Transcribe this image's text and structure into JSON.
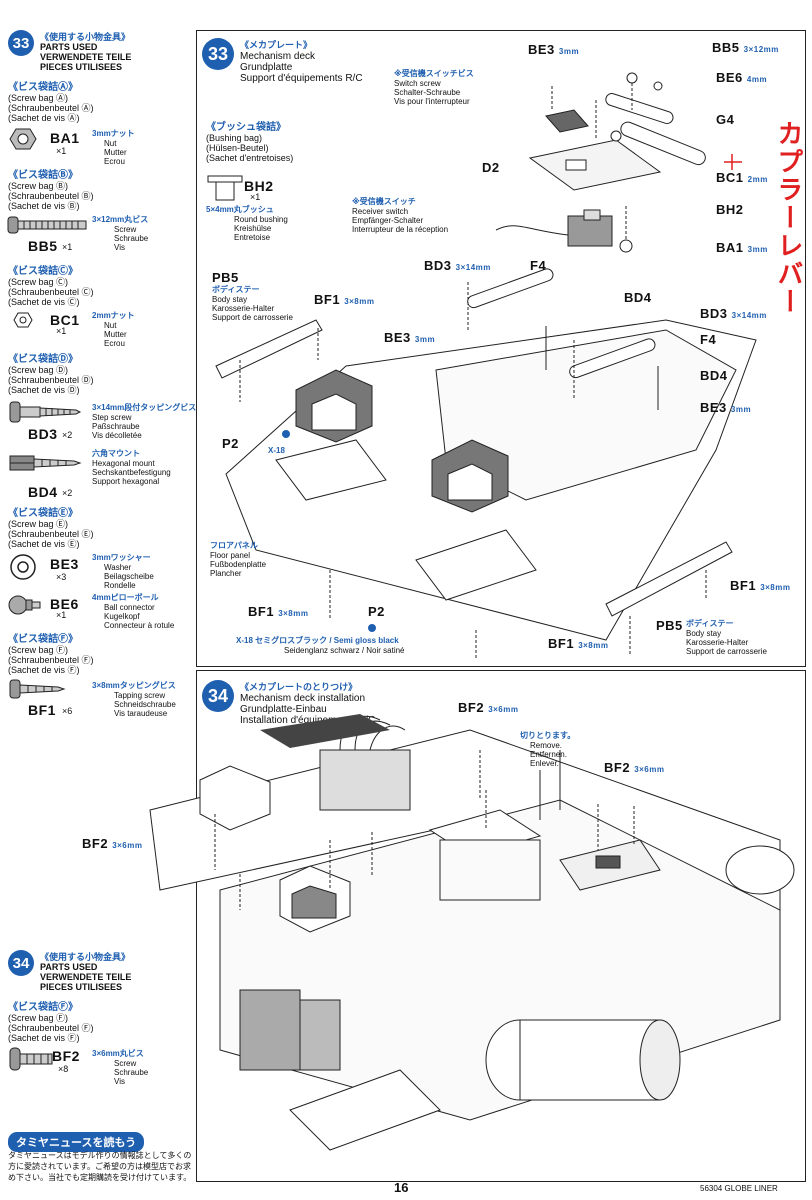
{
  "left_column": {
    "step33_badge": "33",
    "step33_title_jp": "《使用する小物金具》",
    "step33_title_en": "PARTS USED",
    "step33_title_de": "VERWENDETE TEILE",
    "step33_title_fr": "PIECES UTILISEES",
    "bagA": {
      "jp": "《ビス袋詰Ⓐ》",
      "l1": "(Screw bag Ⓐ)",
      "l2": "(Schraubenbeutel Ⓐ)",
      "l3": "(Sachet de vis Ⓐ)"
    },
    "ba1": {
      "code": "BA1",
      "qty": "×1",
      "jp": "3mmナット",
      "d1": "Nut",
      "d2": "Mutter",
      "d3": "Ecrou"
    },
    "bagB": {
      "jp": "《ビス袋詰Ⓑ》",
      "l1": "(Screw bag Ⓑ)",
      "l2": "(Schraubenbeutel Ⓑ)",
      "l3": "(Sachet de vis Ⓑ)"
    },
    "bb5": {
      "code": "BB5",
      "qty": "×1",
      "jp": "3×12mm丸ビス",
      "d1": "Screw",
      "d2": "Schraube",
      "d3": "Vis"
    },
    "bagC": {
      "jp": "《ビス袋詰Ⓒ》",
      "l1": "(Screw bag Ⓒ)",
      "l2": "(Schraubenbeutel Ⓒ)",
      "l3": "(Sachet de vis Ⓒ)"
    },
    "bc1": {
      "code": "BC1",
      "qty": "×1",
      "jp": "2mmナット",
      "d1": "Nut",
      "d2": "Mutter",
      "d3": "Ecrou"
    },
    "bagD": {
      "jp": "《ビス袋詰Ⓓ》",
      "l1": "(Screw bag Ⓓ)",
      "l2": "(Schraubenbeutel Ⓓ)",
      "l3": "(Sachet de vis Ⓓ)"
    },
    "bd3": {
      "code": "BD3",
      "qty": "×2",
      "jp": "3×14mm段付タッピングビス",
      "d1": "Step screw",
      "d2": "Paßschraube",
      "d3": "Vis décolletée"
    },
    "bd4": {
      "code": "BD4",
      "qty": "×2",
      "jp": "六角マウント",
      "d1": "Hexagonal mount",
      "d2": "Sechskantbefestigung",
      "d3": "Support hexagonal"
    },
    "bagE": {
      "jp": "《ビス袋詰Ⓔ》",
      "l1": "(Screw bag Ⓔ)",
      "l2": "(Schraubenbeutel Ⓔ)",
      "l3": "(Sachet de vis Ⓔ)"
    },
    "be3": {
      "code": "BE3",
      "qty": "×3",
      "jp": "3mmワッシャー",
      "d1": "Washer",
      "d2": "Beilagscheibe",
      "d3": "Rondelle"
    },
    "be6": {
      "code": "BE6",
      "qty": "×1",
      "jp": "4mmピローボール",
      "d1": "Ball connector",
      "d2": "Kugelkopf",
      "d3": "Connecteur à rotule"
    },
    "bagF": {
      "jp": "《ビス袋詰Ⓕ》",
      "l1": "(Screw bag Ⓕ)",
      "l2": "(Schraubenbeutel Ⓕ)",
      "l3": "(Sachet de vis Ⓕ)"
    },
    "bf1": {
      "code": "BF1",
      "qty": "×6",
      "jp": "3×8mmタッピングビス",
      "d1": "Tapping screw",
      "d2": "Schneidschraube",
      "d3": "Vis taraudeuse"
    },
    "step34_badge": "34",
    "step34_title_jp": "《使用する小物金具》",
    "step34_title_en": "PARTS USED",
    "step34_title_de": "VERWENDETE TEILE",
    "step34_title_fr": "PIECES UTILISEES",
    "bagF2": {
      "jp": "《ビス袋詰Ⓕ》",
      "l1": "(Screw bag Ⓕ)",
      "l2": "(Schraubenbeutel Ⓕ)",
      "l3": "(Sachet de vis Ⓕ)"
    },
    "bf2": {
      "code": "BF2",
      "qty": "×8",
      "jp": "3×6mm丸ビス",
      "d1": "Screw",
      "d2": "Schraube",
      "d3": "Vis"
    },
    "news_title": "タミヤニュースを読もう",
    "news_l1": "タミヤニュースはモデル作りの情報誌として多くの",
    "news_l2": "方に愛読されています。ご希望の方は模型店でお求",
    "news_l3": "め下さい。当社でも定期購読を受け付けています。"
  },
  "step33": {
    "badge": "33",
    "title_jp": "《メカプレート》",
    "title_en": "Mechanism deck",
    "title_de": "Grundplatte",
    "title_fr": "Support d'équipements R/C",
    "bushing_jp": "《ブッシュ袋詰》",
    "bushing_l1": "(Bushing bag)",
    "bushing_l2": "(Hülsen-Beutel)",
    "bushing_l3": "(Sachet d'entretoises)",
    "bh2_code": "BH2",
    "bh2_qty": "×1",
    "bh2_jp": "5×4mm丸ブッシュ",
    "bh2_d1": "Round bushing",
    "bh2_d2": "Kreishülse",
    "bh2_d3": "Entretoise",
    "switchscrew_jp": "※受信機スイッチビス",
    "switchscrew_d1": "Switch screw",
    "switchscrew_d2": "Schalter-Schraube",
    "switchscrew_d3": "Vis pour l'interrupteur",
    "switch_jp": "※受信機スイッチ",
    "switch_d1": "Receiver switch",
    "switch_d2": "Empfänger-Schalter",
    "switch_d3": "Interrupteur de la réception",
    "labels": {
      "be3_top": "BE3",
      "be3_top_unit": "3mm",
      "bb5": "BB5",
      "bb5_unit": "3×12mm",
      "be6": "BE6",
      "be6_unit": "4mm",
      "g4": "G4",
      "d2": "D2",
      "bc1": "BC1",
      "bc1_unit": "2mm",
      "bh2": "BH2",
      "ba1": "BA1",
      "ba1_unit": "3mm",
      "bd3_a": "BD3",
      "bd3_a_unit": "3×14mm",
      "f4_a": "F4",
      "bd4_a": "BD4",
      "bd3_b": "BD3",
      "bd3_b_unit": "3×14mm",
      "f4_b": "F4",
      "bd4_b": "BD4",
      "be3_mid": "BE3",
      "be3_mid_unit": "3mm",
      "be3_right": "BE3",
      "be3_right_unit": "3mm",
      "pb5_left": "PB5",
      "bf1_top": "BF1",
      "bf1_top_unit": "3×8mm",
      "p2_left": "P2",
      "x18_left": "X-18",
      "bf1_bl": "BF1",
      "bf1_bl_unit": "3×8mm",
      "p2_bottom": "P2",
      "bf1_bottom": "BF1",
      "bf1_bottom_unit": "3×8mm",
      "bf1_right": "BF1",
      "bf1_right_unit": "3×8mm",
      "pb5_right": "PB5"
    },
    "bodystay_jp": "ボディステー",
    "bodystay_d1": "Body stay",
    "bodystay_d2": "Karosserie-Halter",
    "bodystay_d3": "Support de carrosserie",
    "floor_jp": "フロアパネル",
    "floor_d1": "Floor panel",
    "floor_d2": "Fußbodenplatte",
    "floor_d3": "Plancher",
    "paint_line1": "X-18 セミグロスブラック / Semi gloss black",
    "paint_line2": "Seidenglanz schwarz / Noir satiné",
    "handwritten_note": "カプラーレバー"
  },
  "step34": {
    "badge": "34",
    "title_jp": "《メカプレートのとりつけ》",
    "title_en": "Mechanism deck installation",
    "title_de": "Grundplatte-Einbau",
    "title_fr": "Installation d'équipements R/C",
    "bf2_a": "BF2",
    "bf2_a_unit": "3×6mm",
    "bf2_b": "BF2",
    "bf2_b_unit": "3×6mm",
    "bf2_c": "BF2",
    "bf2_c_unit": "3×6mm",
    "remove_jp": "切りとります。",
    "remove_d1": "Remove.",
    "remove_d2": "Entfernen.",
    "remove_d3": "Enlever."
  },
  "footer": {
    "page_number": "16",
    "product": "56304 GLOBE LINER"
  }
}
